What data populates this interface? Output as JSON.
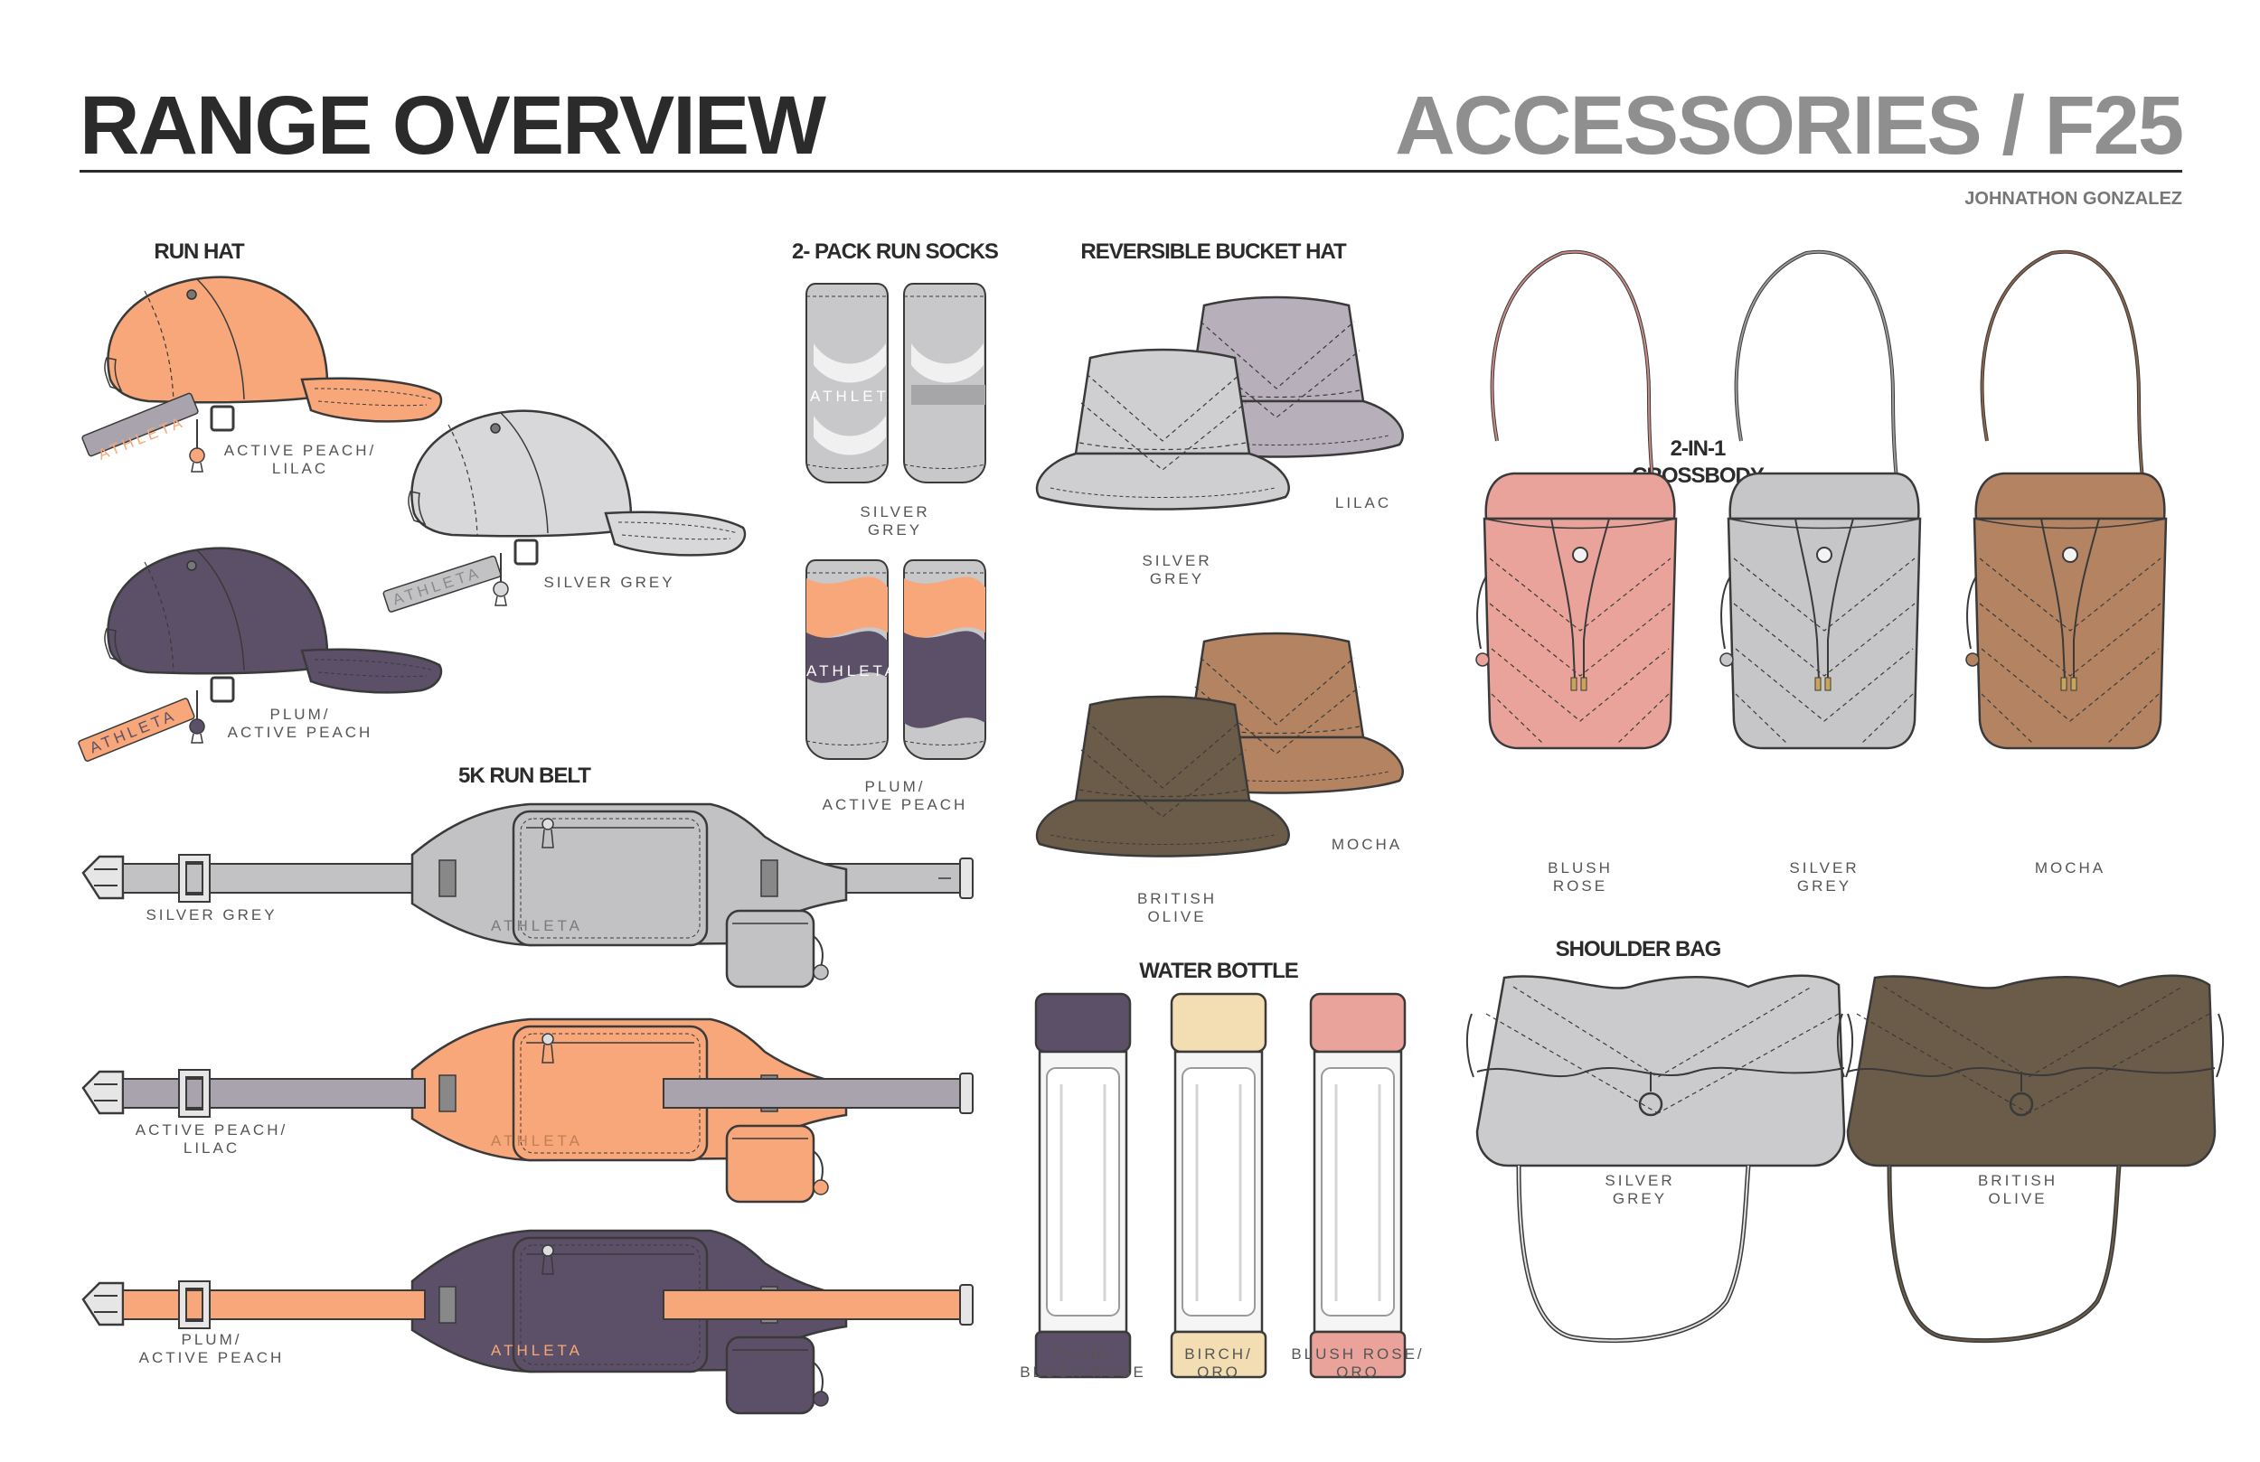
{
  "header": {
    "title": "RANGE OVERVIEW",
    "subtitle": "ACCESSORIES / F25",
    "author": "JOHNATHON GONZALEZ"
  },
  "brand": "ATHLETA",
  "colors": {
    "ink": "#2b2b2b",
    "outline": "#3a3a3a",
    "active_peach": "#f7a779",
    "lilac": "#a9a3ad",
    "silver_grey": "#c2c2c4",
    "plum": "#5c5068",
    "mocha": "#b48462",
    "british_olive": "#6b5c49",
    "blush_rose": "#eaa39b",
    "birch": "#f3ddb2",
    "oro": "#d8b26c"
  },
  "sections": {
    "run_hat": {
      "title": "RUN HAT",
      "items": [
        {
          "label": [
            "ACTIVE PEACH/",
            "LILAC"
          ]
        },
        {
          "label": [
            "SILVER GREY"
          ]
        },
        {
          "label": [
            "PLUM/",
            "ACTIVE PEACH"
          ]
        }
      ]
    },
    "socks": {
      "title": "2- PACK RUN SOCKS",
      "items": [
        {
          "label": [
            "SILVER",
            "GREY"
          ]
        },
        {
          "label": [
            "PLUM/",
            "ACTIVE PEACH"
          ]
        }
      ]
    },
    "bucket_hat": {
      "title": "REVERSIBLE BUCKET HAT",
      "items": [
        {
          "label": [
            "SILVER",
            "GREY"
          ]
        },
        {
          "label": [
            "LILAC"
          ]
        },
        {
          "label": [
            "BRITISH",
            "OLIVE"
          ]
        },
        {
          "label": [
            "MOCHA"
          ]
        }
      ]
    },
    "crossbody": {
      "title": [
        "2-IN-1",
        "CROSSBODY"
      ],
      "items": [
        {
          "label": [
            "BLUSH",
            "ROSE"
          ]
        },
        {
          "label": [
            "SILVER",
            "GREY"
          ]
        },
        {
          "label": [
            "MOCHA"
          ]
        }
      ]
    },
    "run_belt": {
      "title": "5K RUN BELT",
      "items": [
        {
          "label": [
            "SILVER GREY"
          ]
        },
        {
          "label": [
            "ACTIVE PEACH/",
            "LILAC"
          ]
        },
        {
          "label": [
            "PLUM/",
            "ACTIVE PEACH"
          ]
        }
      ]
    },
    "water_bottle": {
      "title": "WATER BOTTLE",
      "items": [
        {
          "label": [
            "PLUM/",
            "BLUSH ROSE"
          ]
        },
        {
          "label": [
            "BIRCH/",
            "ORO"
          ]
        },
        {
          "label": [
            "BLUSH ROSE/",
            "ORO"
          ]
        }
      ]
    },
    "shoulder_bag": {
      "title": "SHOULDER BAG",
      "items": [
        {
          "label": [
            "SILVER",
            "GREY"
          ]
        },
        {
          "label": [
            "BRITISH",
            "OLIVE"
          ]
        }
      ]
    }
  }
}
